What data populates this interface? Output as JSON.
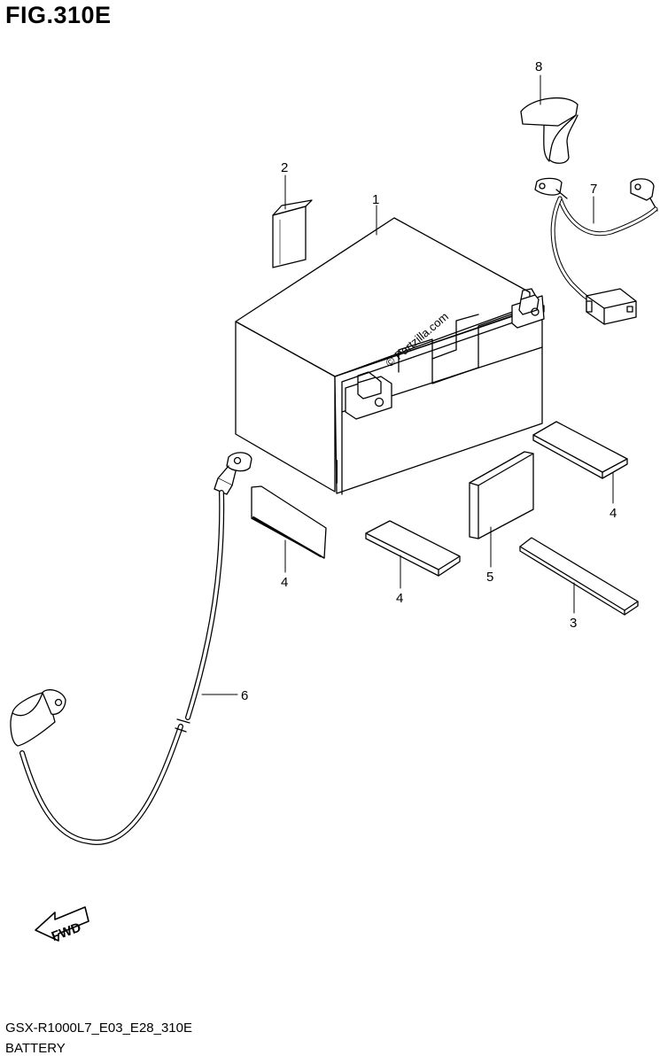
{
  "figure": {
    "title": "FIG.310E",
    "code": "GSX-R1000L7_E03_E28_310E",
    "name": "BATTERY",
    "watermark": "© Partzilla.com",
    "fwd_label": "FWD"
  },
  "callouts": [
    "1",
    "2",
    "3",
    "4",
    "4",
    "4",
    "5",
    "6",
    "7",
    "8"
  ]
}
